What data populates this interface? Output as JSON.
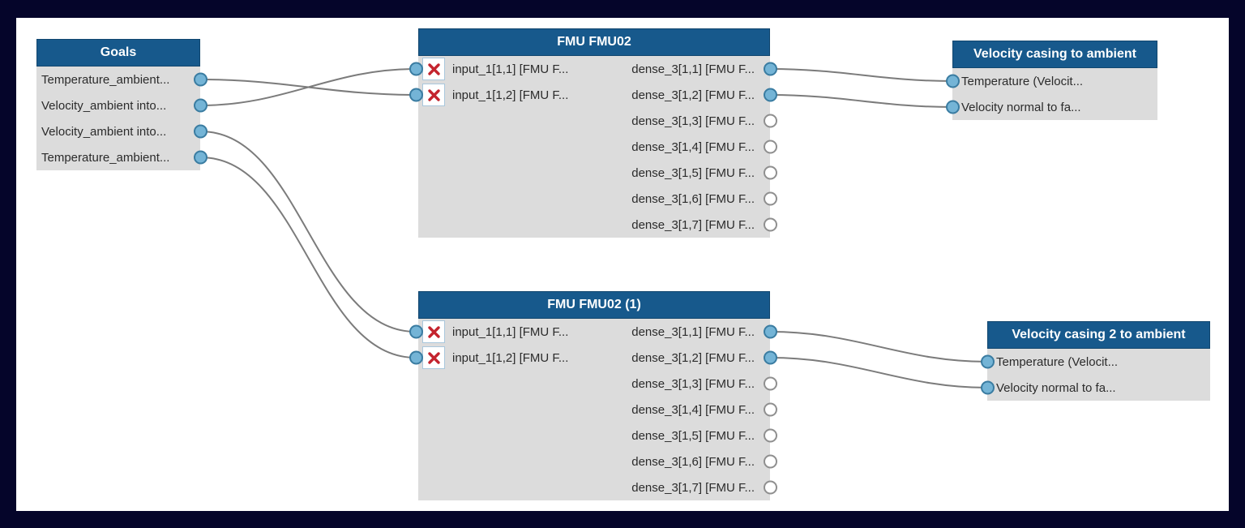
{
  "colors": {
    "frame_background": "#05052a",
    "canvas_background": "#ffffff",
    "node_header": "#17598c",
    "node_body": "#dcdcdc",
    "port_fill": "#74b4d6",
    "port_border": "#3a7ca1",
    "open_port_border": "#8f8f8f",
    "wire": "#7b7b7b",
    "delete_x": "#c4242e"
  },
  "nodes": {
    "goals": {
      "title": "Goals",
      "rows": [
        "Temperature_ambient...",
        "Velocity_ambient into...",
        "Velocity_ambient into...",
        "Temperature_ambient..."
      ]
    },
    "fmu1": {
      "title": "FMU FMU02",
      "inputs": [
        "input_1[1,1] [FMU F...",
        "input_1[1,2] [FMU F..."
      ],
      "outputs": [
        "dense_3[1,1] [FMU F...",
        "dense_3[1,2] [FMU F...",
        "dense_3[1,3] [FMU F...",
        "dense_3[1,4] [FMU F...",
        "dense_3[1,5] [FMU F...",
        "dense_3[1,6] [FMU F...",
        "dense_3[1,7] [FMU F..."
      ]
    },
    "fmu2": {
      "title": "FMU FMU02 (1)",
      "inputs": [
        "input_1[1,1] [FMU F...",
        "input_1[1,2] [FMU F..."
      ],
      "outputs": [
        "dense_3[1,1] [FMU F...",
        "dense_3[1,2] [FMU F...",
        "dense_3[1,3] [FMU F...",
        "dense_3[1,4] [FMU F...",
        "dense_3[1,5] [FMU F...",
        "dense_3[1,6] [FMU F...",
        "dense_3[1,7] [FMU F..."
      ]
    },
    "vca": {
      "title": "Velocity casing to ambient",
      "rows": [
        "Temperature (Velocit...",
        "Velocity normal to fa..."
      ]
    },
    "vc2a": {
      "title": "Velocity casing 2 to ambient",
      "rows": [
        "Temperature (Velocit...",
        "Velocity normal to fa..."
      ]
    }
  },
  "connections": [
    {
      "from": "Goals.port1",
      "to": "FMU FMU02.input_1[1,2]"
    },
    {
      "from": "Goals.port2",
      "to": "FMU FMU02.input_1[1,1]"
    },
    {
      "from": "Goals.port3",
      "to": "FMU FMU02 (1).input_1[1,1]"
    },
    {
      "from": "Goals.port4",
      "to": "FMU FMU02 (1).input_1[1,2]"
    },
    {
      "from": "FMU FMU02.dense_3[1,1]",
      "to": "Velocity casing to ambient.Temperature"
    },
    {
      "from": "FMU FMU02.dense_3[1,2]",
      "to": "Velocity casing to ambient.Velocity normal"
    },
    {
      "from": "FMU FMU02 (1).dense_3[1,1]",
      "to": "Velocity casing 2 to ambient.Temperature"
    },
    {
      "from": "FMU FMU02 (1).dense_3[1,2]",
      "to": "Velocity casing 2 to ambient.Velocity normal"
    }
  ]
}
